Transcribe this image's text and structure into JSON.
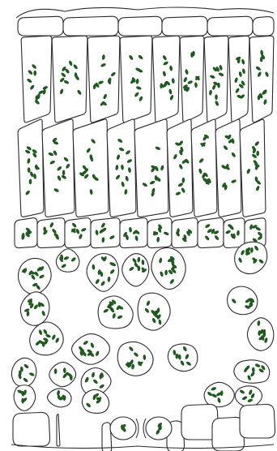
{
  "diagram": {
    "subject": "leaf-cross-section",
    "colors": {
      "outline": "#2b2b2b",
      "chloroplast": "#1f5a1f",
      "cell_fill": "#ffffff",
      "background": "#ffffff"
    },
    "layers": [
      {
        "id": "upper-epidermis",
        "cells": 6,
        "has_chloroplasts": false
      },
      {
        "id": "palisade-upper",
        "cells": 10,
        "has_chloroplasts": true
      },
      {
        "id": "palisade-lower",
        "cells": 10,
        "has_chloroplasts": true
      },
      {
        "id": "palisade-short",
        "cells": 11,
        "has_chloroplasts": true
      },
      {
        "id": "spongy-mesophyll",
        "cells": 24,
        "has_chloroplasts": true
      },
      {
        "id": "lower-epidermis",
        "cells": 7,
        "has_chloroplasts": false
      },
      {
        "id": "guard-cells",
        "cells": 2,
        "has_chloroplasts": true
      }
    ]
  }
}
